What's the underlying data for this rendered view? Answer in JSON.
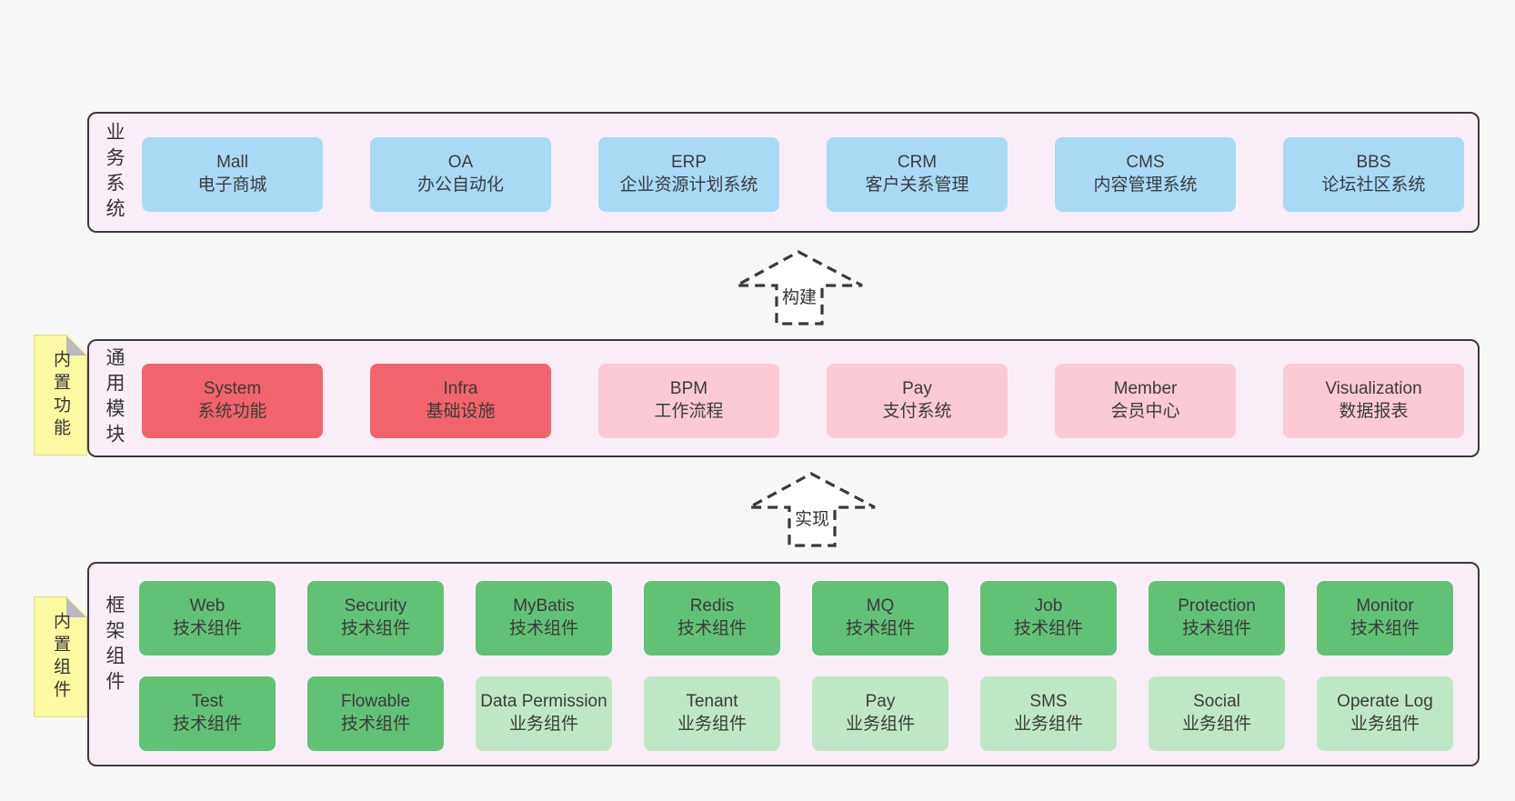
{
  "colors": {
    "page_bg": "#f7f7f7",
    "band_bg": "#f9eef7",
    "band_border": "#3a3a3a",
    "box_blue": "#a9daf5",
    "box_red": "#f2646d",
    "box_pink": "#fbcad4",
    "box_green": "#61c276",
    "box_light_green": "#c0e7c5",
    "note_yellow": "#fbf9a2",
    "note_fold_gray": "#b9b9be",
    "text_dark": "#3b3b3b"
  },
  "bands": [
    {
      "label": "业务系统",
      "rows": [
        [
          {
            "name": "Mall",
            "desc": "电子商城",
            "variant": "blue"
          },
          {
            "name": "OA",
            "desc": "办公自动化",
            "variant": "blue"
          },
          {
            "name": "ERP",
            "desc": "企业资源计划系统",
            "variant": "blue"
          },
          {
            "name": "CRM",
            "desc": "客户关系管理",
            "variant": "blue"
          },
          {
            "name": "CMS",
            "desc": "内容管理系统",
            "variant": "blue"
          },
          {
            "name": "BBS",
            "desc": "论坛社区系统",
            "variant": "blue"
          }
        ]
      ]
    },
    {
      "label": "通用模块",
      "note": "内置功能",
      "rows": [
        [
          {
            "name": "System",
            "desc": "系统功能",
            "variant": "red"
          },
          {
            "name": "Infra",
            "desc": "基础设施",
            "variant": "red"
          },
          {
            "name": "BPM",
            "desc": "工作流程",
            "variant": "pink"
          },
          {
            "name": "Pay",
            "desc": "支付系统",
            "variant": "pink"
          },
          {
            "name": "Member",
            "desc": "会员中心",
            "variant": "pink"
          },
          {
            "name": "Visualization",
            "desc": "数据报表",
            "variant": "pink"
          }
        ]
      ]
    },
    {
      "label": "框架组件",
      "note": "内置组件",
      "rows": [
        [
          {
            "name": "Web",
            "desc": "技术组件",
            "variant": "green"
          },
          {
            "name": "Security",
            "desc": "技术组件",
            "variant": "green"
          },
          {
            "name": "MyBatis",
            "desc": "技术组件",
            "variant": "green"
          },
          {
            "name": "Redis",
            "desc": "技术组件",
            "variant": "green"
          },
          {
            "name": "MQ",
            "desc": "技术组件",
            "variant": "green"
          },
          {
            "name": "Job",
            "desc": "技术组件",
            "variant": "green"
          },
          {
            "name": "Protection",
            "desc": "技术组件",
            "variant": "green"
          },
          {
            "name": "Monitor",
            "desc": "技术组件",
            "variant": "green"
          }
        ],
        [
          {
            "name": "Test",
            "desc": "技术组件",
            "variant": "green"
          },
          {
            "name": "Flowable",
            "desc": "技术组件",
            "variant": "green"
          },
          {
            "name": "Data Permission",
            "desc": "业务组件",
            "variant": "lightgreen"
          },
          {
            "name": "Tenant",
            "desc": "业务组件",
            "variant": "lightgreen"
          },
          {
            "name": "Pay",
            "desc": "业务组件",
            "variant": "lightgreen"
          },
          {
            "name": "SMS",
            "desc": "业务组件",
            "variant": "lightgreen"
          },
          {
            "name": "Social",
            "desc": "业务组件",
            "variant": "lightgreen"
          },
          {
            "name": "Operate Log",
            "desc": "业务组件",
            "variant": "lightgreen"
          }
        ]
      ]
    }
  ],
  "arrows": [
    {
      "label": "构建"
    },
    {
      "label": "实现"
    }
  ]
}
